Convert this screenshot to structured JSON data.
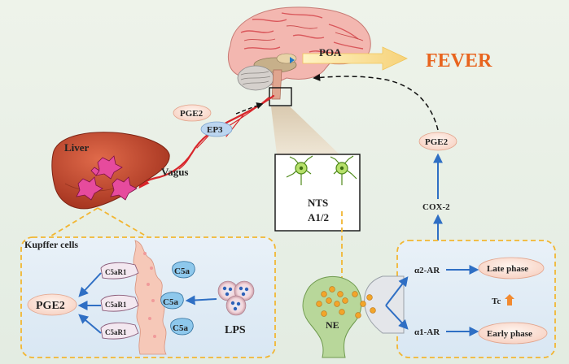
{
  "top": {
    "poa": "POA",
    "fever": "FEVER",
    "pge2_brain": "PGE2",
    "ep3": "EP3",
    "vagus": "Vagus",
    "liver": "Liver",
    "nts_line1": "NTS",
    "nts_line2": "A1/2",
    "pge2_right": "PGE2",
    "cox2": "COX-2"
  },
  "left_panel": {
    "title": "Kupffer cells",
    "pge2": "PGE2",
    "receptor_1": "C5aR1",
    "receptor_2": "C5aR1",
    "receptor_3": "C5aR1",
    "c5a_1": "C5a",
    "c5a_2": "C5a",
    "c5a_3": "C5a",
    "lps": "LPS"
  },
  "right_panel": {
    "ne": "NE",
    "alpha2": "α2-AR",
    "alpha1": "α1-AR",
    "late_phase": "Late phase",
    "early_phase": "Early phase",
    "tc": "Tc"
  },
  "colors": {
    "fever": "#e8641e",
    "arrow_blue": "#2f6fc4",
    "dashed_orange": "#f2b632",
    "pill_fill": "#fde3d8",
    "background_green": "#e6efe4",
    "panel_blue": "#e3eef7"
  }
}
